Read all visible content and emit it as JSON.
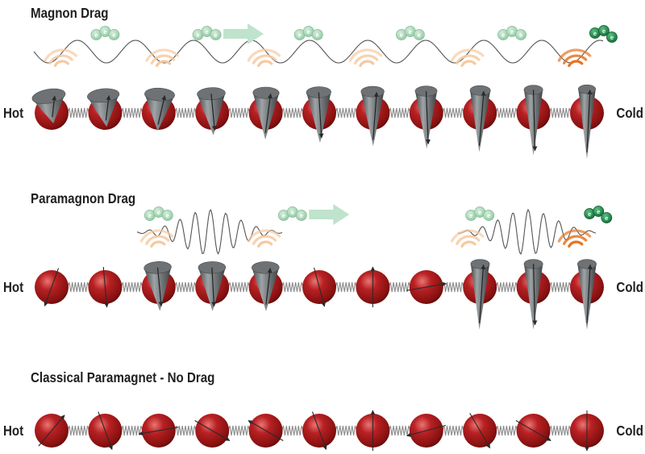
{
  "figure": {
    "panels": [
      {
        "key": "magnon",
        "title": "Magnon Drag",
        "left_label": "Hot",
        "right_label": "Cold",
        "sites": [
          {
            "kind": "cone",
            "len": 0.1,
            "tilt": -65
          },
          {
            "kind": "cone",
            "len": 0.18,
            "tilt": -40
          },
          {
            "kind": "cone",
            "len": 0.28,
            "tilt": 20
          },
          {
            "kind": "cone",
            "len": 0.38,
            "tilt": 160
          },
          {
            "kind": "cone",
            "len": 0.48,
            "tilt": 6
          },
          {
            "kind": "cone",
            "len": 0.56,
            "tilt": 170
          },
          {
            "kind": "cone",
            "len": 0.64,
            "tilt": -4
          },
          {
            "kind": "cone",
            "len": 0.7,
            "tilt": 176
          },
          {
            "kind": "cone",
            "len": 0.78,
            "tilt": 6
          },
          {
            "kind": "cone",
            "len": 0.86,
            "tilt": 180
          },
          {
            "kind": "cone",
            "len": 0.94,
            "tilt": 0
          }
        ],
        "electron_groups": [
          {
            "pos": 0.1,
            "emphasis": false
          },
          {
            "pos": 0.29,
            "emphasis": false
          },
          {
            "pos": 0.48,
            "emphasis": false
          },
          {
            "pos": 0.67,
            "emphasis": false
          },
          {
            "pos": 0.86,
            "emphasis": false
          },
          {
            "pos": 1.03,
            "emphasis": true
          }
        ],
        "wave_arcs": [
          {
            "pos": 0.02,
            "emphasis": false
          },
          {
            "pos": 0.21,
            "emphasis": false
          },
          {
            "pos": 0.4,
            "emphasis": false
          },
          {
            "pos": 0.59,
            "emphasis": false
          },
          {
            "pos": 0.78,
            "emphasis": false
          },
          {
            "pos": 0.98,
            "emphasis": true
          }
        ],
        "wave": "continuous",
        "arrow_pos": 0.36
      },
      {
        "key": "paramagnon",
        "title": "Paramagnon Drag",
        "left_label": "Hot",
        "right_label": "Cold",
        "sites": [
          {
            "kind": "spin",
            "angle": 200
          },
          {
            "kind": "spin",
            "angle": 175
          },
          {
            "kind": "cone",
            "len": 0.42,
            "tilt": 160
          },
          {
            "kind": "cone",
            "len": 0.42,
            "tilt": 175
          },
          {
            "kind": "cone",
            "len": 0.42,
            "tilt": -5
          },
          {
            "kind": "spin",
            "angle": 165
          },
          {
            "kind": "spin",
            "angle": 0
          },
          {
            "kind": "spin",
            "angle": 80
          },
          {
            "kind": "cone",
            "len": 0.86,
            "tilt": 4
          },
          {
            "kind": "cone",
            "len": 0.86,
            "tilt": 180
          },
          {
            "kind": "cone",
            "len": 0.86,
            "tilt": 0
          }
        ],
        "electron_groups": [
          {
            "pos": 0.2,
            "emphasis": false
          },
          {
            "pos": 0.45,
            "emphasis": false
          },
          {
            "pos": 0.8,
            "emphasis": false
          },
          {
            "pos": 1.02,
            "emphasis": true
          }
        ],
        "wave_arcs": [
          {
            "pos": 0.2,
            "emphasis": false
          },
          {
            "pos": 0.4,
            "emphasis": false
          },
          {
            "pos": 0.78,
            "emphasis": false
          },
          {
            "pos": 0.98,
            "emphasis": true
          }
        ],
        "wave": "packets",
        "arrow_pos": 0.52
      },
      {
        "key": "classical",
        "title": "Classical Paramagnet - No Drag",
        "left_label": "Hot",
        "right_label": "Cold",
        "sites": [
          {
            "kind": "spin",
            "angle": 40
          },
          {
            "kind": "spin",
            "angle": 160
          },
          {
            "kind": "spin",
            "angle": 260
          },
          {
            "kind": "spin",
            "angle": 120
          },
          {
            "kind": "spin",
            "angle": 300
          },
          {
            "kind": "spin",
            "angle": 160
          },
          {
            "kind": "spin",
            "angle": 0
          },
          {
            "kind": "spin",
            "angle": 255
          },
          {
            "kind": "spin",
            "angle": 150
          },
          {
            "kind": "spin",
            "angle": 120
          },
          {
            "kind": "spin",
            "angle": 180
          }
        ],
        "electron_groups": [],
        "wave_arcs": [],
        "wave": "none",
        "arrow_pos": null
      }
    ],
    "electron_label": "e",
    "colors": {
      "atom": "#a41a1c",
      "atom_highlight": "#e86d6a",
      "atom_shadow": "#5c0a0c",
      "spring": "#8c8c8c",
      "cone": "#5f6366",
      "cone_light": "#aeb3b6",
      "wave_line": "#555555",
      "electron_light": "#8fc9a0",
      "electron_dark": "#1c8a48",
      "arc_light": "#f6c9a0",
      "arc_dark": "#e8731f",
      "flow_arrow": "#bfe3cc",
      "text": "#1f1f1f"
    }
  }
}
